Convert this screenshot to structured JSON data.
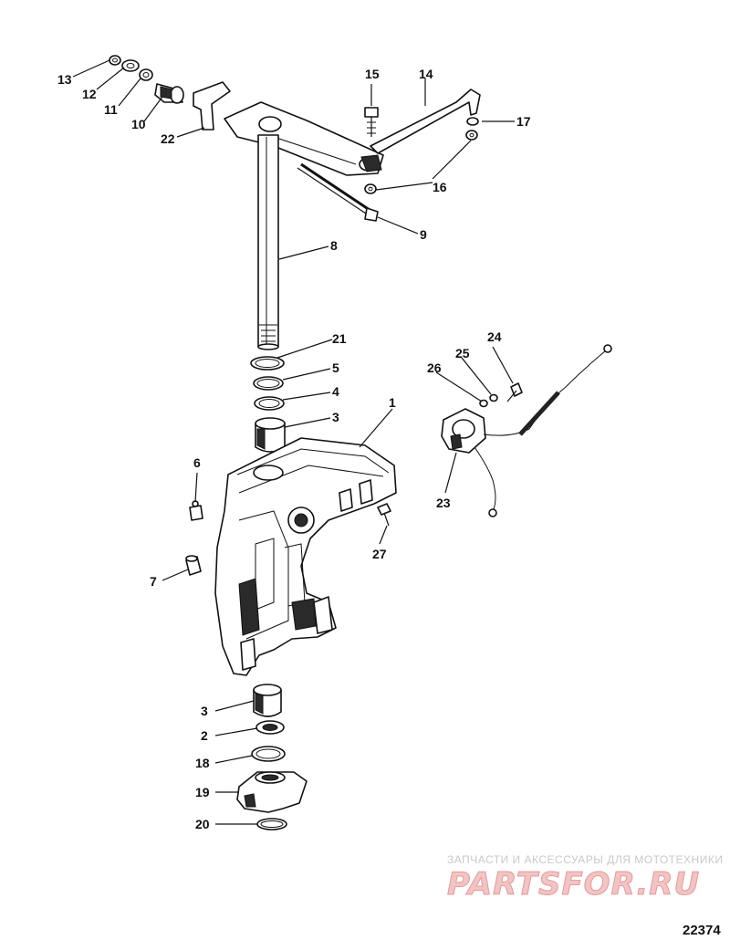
{
  "callouts": {
    "c1": "1",
    "c2": "2",
    "c3a": "3",
    "c3b": "3",
    "c4": "4",
    "c5": "5",
    "c6": "6",
    "c7": "7",
    "c8": "8",
    "c9": "9",
    "c10": "10",
    "c11": "11",
    "c12": "12",
    "c13": "13",
    "c14": "14",
    "c15": "15",
    "c16": "16",
    "c17": "17",
    "c18": "18",
    "c19": "19",
    "c20": "20",
    "c21": "21",
    "c22": "22",
    "c23": "23",
    "c24": "24",
    "c25": "25",
    "c26": "26",
    "c27": "27"
  },
  "watermark": {
    "tagline": "ЗАПЧАСТИ И АКСЕССУАРЫ ДЛЯ МОТОТЕХНИКИ",
    "brand": "PARTSFOR.RU",
    "color": "#e88a8a"
  },
  "figure_number": "22374"
}
